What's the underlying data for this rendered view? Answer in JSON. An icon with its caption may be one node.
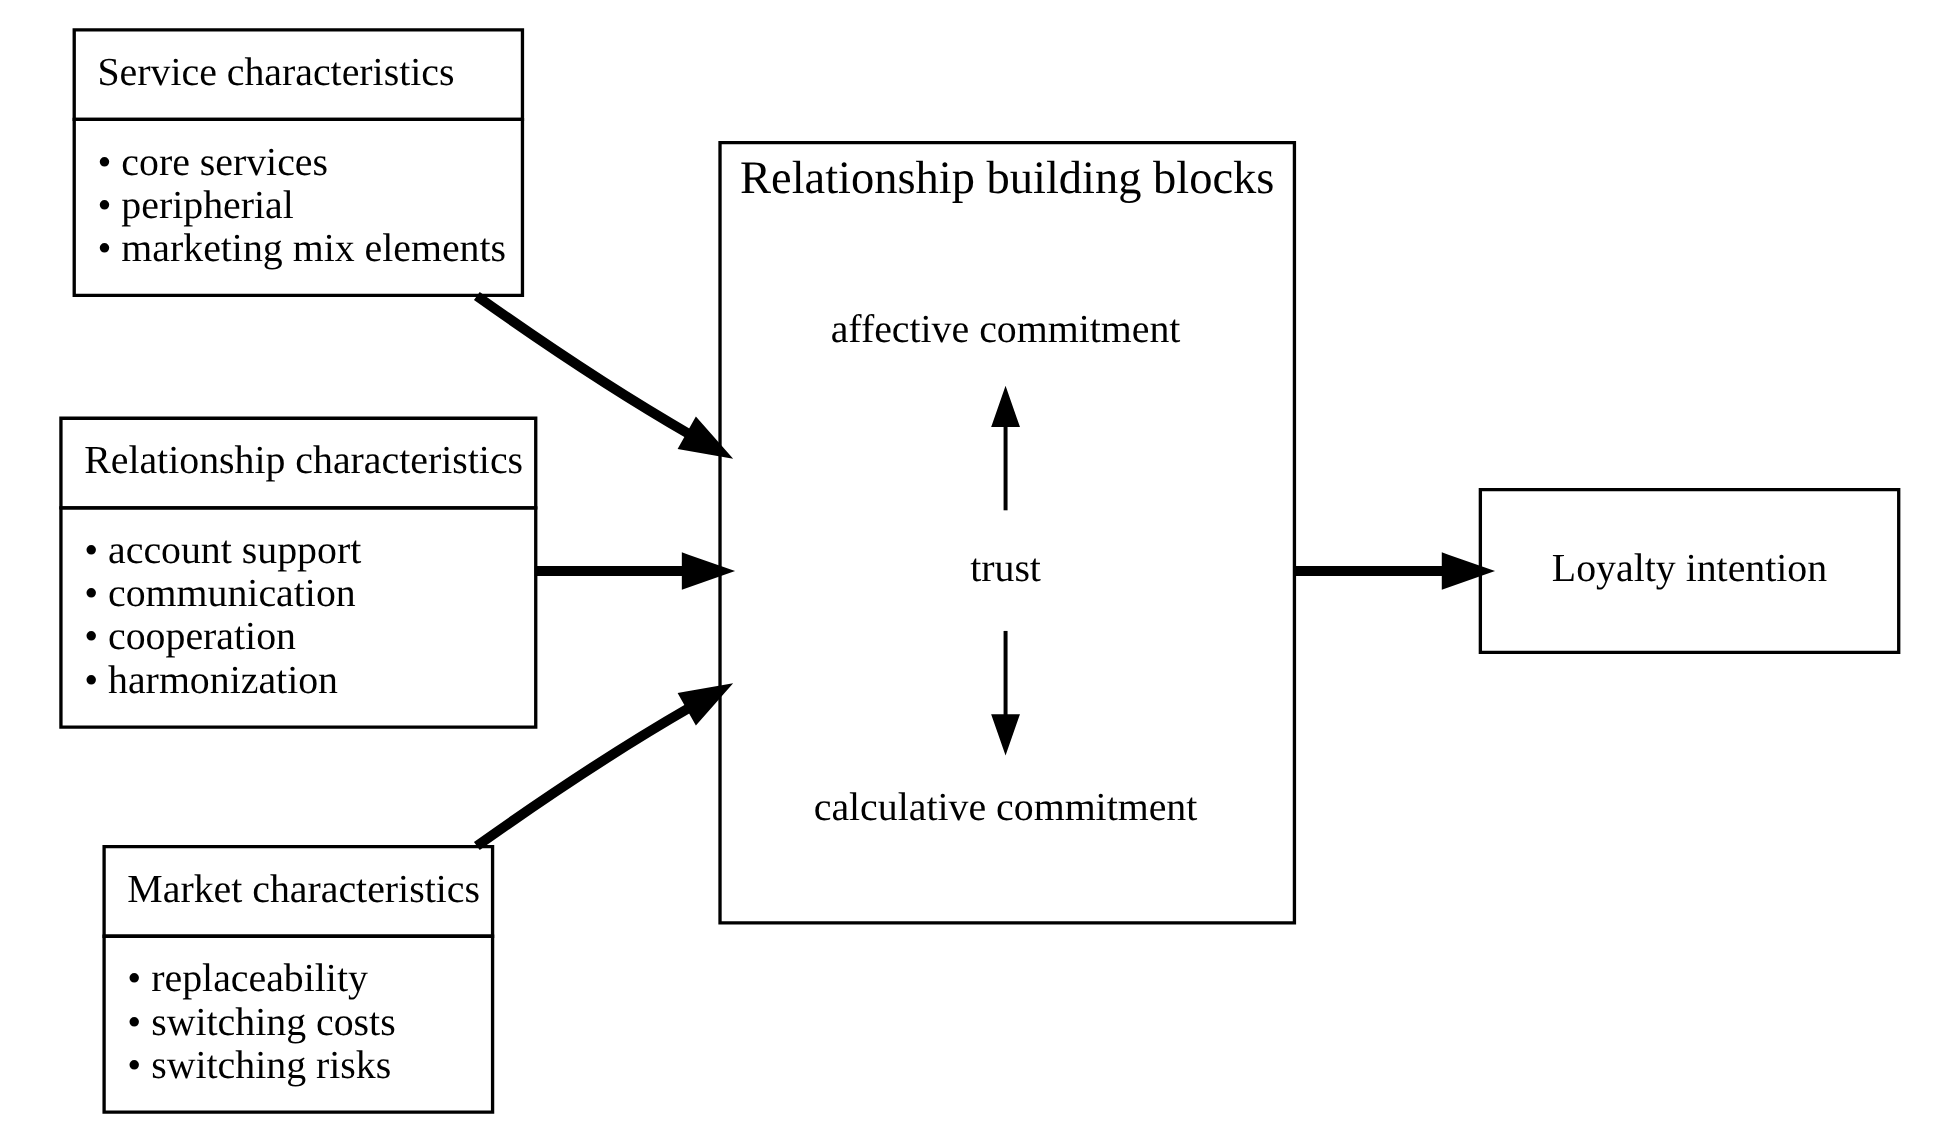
{
  "diagram": {
    "nodes": [
      {
        "text": [
          "Service characteristics",
          "• core services",
          "• peripherial",
          "• marketing mix elements"
        ]
      },
      {
        "text": [
          "Relationship characteristics",
          "• account support",
          "• communication",
          "• cooperation",
          "• harmonization"
        ]
      },
      {
        "text": [
          "Market characteristics",
          "• replaceability",
          "• switching costs",
          "• switching risks"
        ]
      },
      {
        "text": [
          "Relationship building blocks"
        ]
      },
      {
        "text": [
          "affective commitment"
        ],
        "in": 3
      },
      {
        "text": [
          "trust"
        ],
        "in": 3
      },
      {
        "text": [
          "calculative commitment"
        ],
        "in": 3
      },
      {
        "text": [
          "Loyalty intention"
        ]
      }
    ],
    "edges": [
      {
        "from": 0,
        "to": 3,
        "arrow": "to"
      },
      {
        "from": 1,
        "to": 3,
        "arrow": "to"
      },
      {
        "from": 2,
        "to": 3,
        "arrow": "to"
      },
      {
        "from": 5,
        "to": 4,
        "arrow": "to"
      },
      {
        "from": 5,
        "to": 6,
        "arrow": "to"
      },
      {
        "from": 3,
        "to": 7,
        "arrow": "to"
      }
    ]
  }
}
